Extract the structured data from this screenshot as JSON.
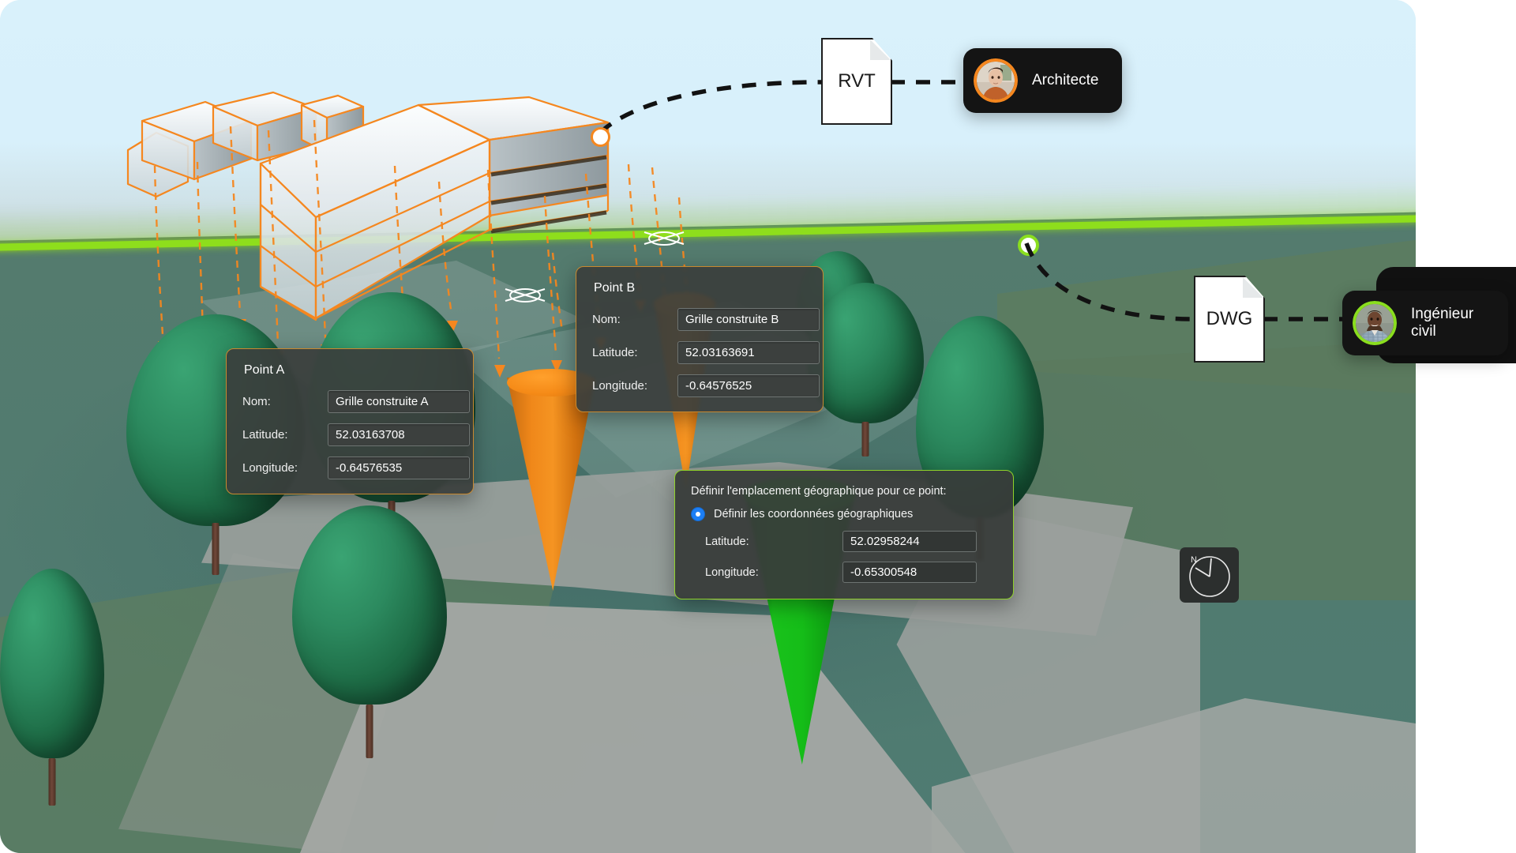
{
  "scene": {
    "background_sky": "#d9f1fb",
    "horizon_color": "#8ede1c",
    "ground_color": "#4e7b72"
  },
  "point_a_panel": {
    "title": "Point A",
    "fields": [
      {
        "label": "Nom:",
        "value": "Grille construite A"
      },
      {
        "label": "Latitude:",
        "value": "52.03163708"
      },
      {
        "label": "Longitude:",
        "value": "-0.64576535"
      }
    ]
  },
  "point_b_panel": {
    "title": "Point B",
    "fields": [
      {
        "label": "Nom:",
        "value": "Grille construite B"
      },
      {
        "label": "Latitude:",
        "value": "52.03163691"
      },
      {
        "label": "Longitude:",
        "value": "-0.64576525"
      }
    ]
  },
  "geo_panel": {
    "title": "Définir l'emplacement géographique pour ce point:",
    "radio_label": "Définir les coordonnées géographiques",
    "radio_selected": true,
    "radio_color": "#1d7ff5",
    "border_color": "#8fd12a",
    "fields": [
      {
        "label": "Latitude:",
        "value": "52.02958244"
      },
      {
        "label": "Longitude:",
        "value": "-0.65300548"
      }
    ]
  },
  "documents": [
    {
      "name": "doc-rvt",
      "label": "RVT"
    },
    {
      "name": "doc-dwg",
      "label": "DWG"
    }
  ],
  "badges": [
    {
      "name": "badge-architect",
      "label": "Architecte",
      "ring_color": "#f5871f"
    },
    {
      "name": "badge-engineer",
      "label": "Ingénieur\ncivil",
      "label_line1": "Ingénieur",
      "label_line2": "civil",
      "ring_color": "#8ade1e"
    }
  ],
  "compass": {
    "north_label": "N"
  },
  "markers": {
    "orange_anchor_color": "#f5871f",
    "green_anchor_color": "#8ade1e"
  }
}
